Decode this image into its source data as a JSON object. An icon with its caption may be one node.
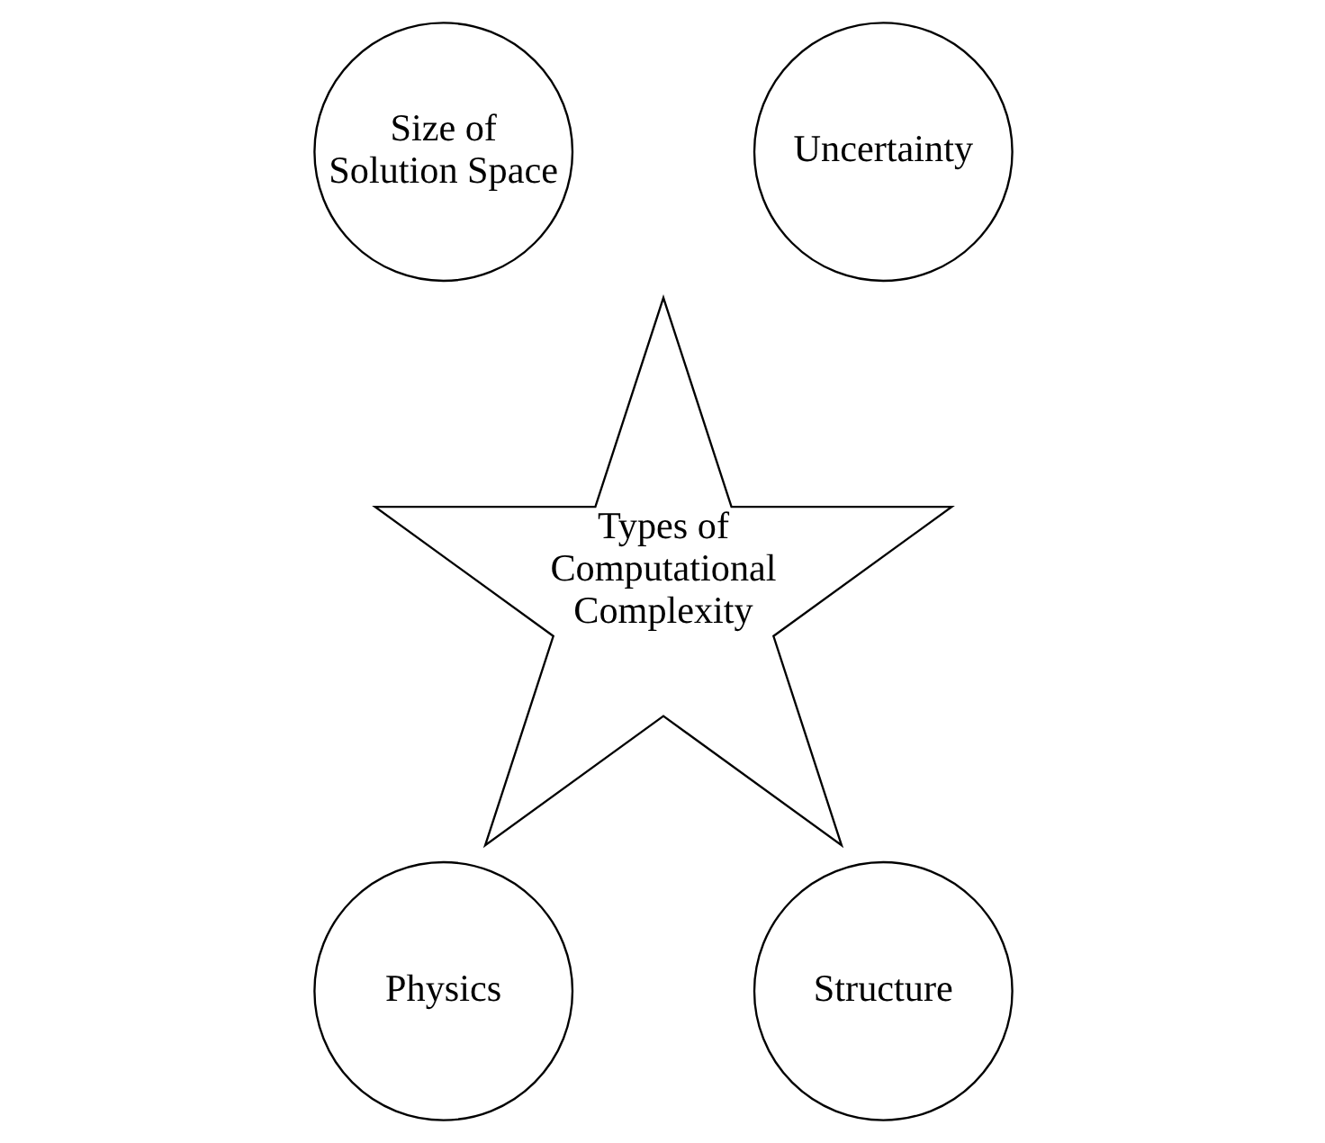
{
  "diagram": {
    "nodes": [
      {
        "text": [
          "Size of Solution Space"
        ]
      },
      {
        "text": [
          "Uncertainty"
        ]
      },
      {
        "text": [
          "Types of Computational Complexity"
        ]
      },
      {
        "text": [
          "Physics"
        ]
      },
      {
        "text": [
          "Structure"
        ]
      }
    ]
  }
}
